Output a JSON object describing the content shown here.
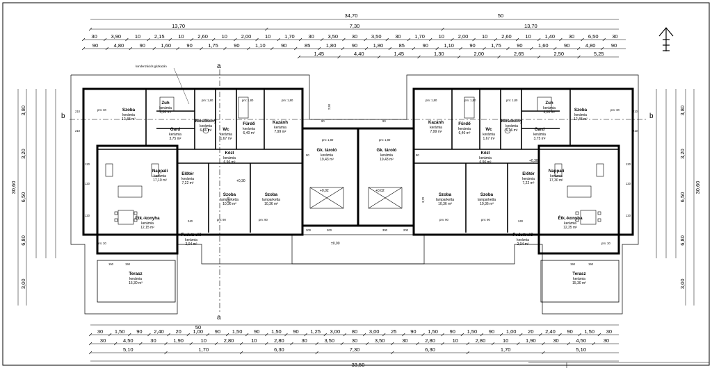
{
  "dimensions": {
    "top_total": "34,70",
    "top_chain_1": [
      "13,70",
      "7,30",
      "13,70"
    ],
    "top_chain_2": [
      "30",
      "3,90",
      "10",
      "2,15",
      "10",
      "2,60",
      "10",
      "2,00",
      "10",
      "1,70",
      "30",
      "3,50",
      "30",
      "3,50",
      "30",
      "1,70",
      "10",
      "2,00",
      "10",
      "2,60",
      "10",
      "1,40",
      "30",
      "6,50",
      "30"
    ],
    "top_chain_3": [
      "90",
      "4,80",
      "90",
      "1,60",
      "90",
      "1,75",
      "90",
      "1,10",
      "90",
      "85",
      "1,80",
      "90",
      "1,80",
      "85",
      "90",
      "1,10",
      "90",
      "1,75",
      "90",
      "1,60",
      "90",
      "4,80",
      "90"
    ],
    "top_chain_4": [
      "1,45",
      "4,40",
      "1,45",
      "1,30",
      "2,00",
      "2,65",
      "2,50",
      "5,25"
    ],
    "bottom_chain_1": [
      "30",
      "1,50",
      "90",
      "2,40",
      "20",
      "1,00",
      "90",
      "1,50",
      "90",
      "1,50",
      "90",
      "1,25",
      "3,00",
      "80",
      "3,00",
      "25",
      "90",
      "1,50",
      "90",
      "1,50",
      "90",
      "1,00",
      "20",
      "2,40",
      "90",
      "1,50",
      "30"
    ],
    "bottom_chain_2": [
      "30",
      "4,50",
      "30",
      "1,90",
      "10",
      "2,80",
      "10",
      "2,80",
      "30",
      "3,50",
      "30",
      "3,50",
      "30",
      "2,80",
      "10",
      "2,80",
      "10",
      "1,90",
      "30",
      "4,50",
      "30"
    ],
    "bottom_chain_3": [
      "5,10",
      "1,70",
      "6,30",
      "7,30",
      "6,30",
      "1,70",
      "5,10"
    ],
    "bottom_total": "33,50",
    "left_total": "30,60",
    "left_chain": [
      "3,80",
      "3,20",
      "6,50",
      "6,80",
      "3,00"
    ],
    "right_total": "30,60",
    "right_chain": [
      "3,80",
      "3,20",
      "6,50",
      "6,80",
      "3,00"
    ],
    "extra_top_right": "50",
    "extra_bottom": "50"
  },
  "section_marks": {
    "a": "a",
    "b": "b"
  },
  "annotation": "kondenzációs gázkazán",
  "levels": {
    "ground": "±0,00",
    "garage": "+0,02",
    "interior": "+0,30"
  },
  "units": {
    "left": [
      {
        "id": "l-szoba1",
        "name": "Szoba",
        "sub": "kerámia",
        "area": "12,48 m²"
      },
      {
        "id": "l-zuh",
        "name": "Zuh",
        "sub": "kerámia",
        "area": "4,00 m²"
      },
      {
        "id": "l-gard",
        "name": "Gard",
        "sub": "kerámia",
        "area": "3,75 m²"
      },
      {
        "id": "l-mosoko",
        "name": "Mosókony",
        "sub": "kerámia",
        "area": "6,66 m²"
      },
      {
        "id": "l-wc",
        "name": "Wc",
        "sub": "kerámia",
        "area": "1,67 m²"
      },
      {
        "id": "l-furdo",
        "name": "Fürdő",
        "sub": "kerámia",
        "area": "6,40 m²"
      },
      {
        "id": "l-kazan",
        "name": "Kazánh",
        "sub": "kerámia",
        "area": "7,99 m²"
      },
      {
        "id": "l-kozl",
        "name": "Közl",
        "sub": "kerámia",
        "area": "6,96 m²"
      },
      {
        "id": "l-nappali",
        "name": "Nappali",
        "sub": "kerámia",
        "area": "17,10 m²"
      },
      {
        "id": "l-eloter",
        "name": "Előtér",
        "sub": "kerámia",
        "area": "7,22 m²"
      },
      {
        "id": "l-szoba2",
        "name": "Szoba",
        "sub": "lamparketta",
        "area": "10,36 m²"
      },
      {
        "id": "l-szoba3",
        "name": "Szoba",
        "sub": "lamparketta",
        "area": "10,36 m²"
      },
      {
        "id": "l-etk",
        "name": "Étk.-konyha",
        "sub": "kerámia",
        "area": "12,15 m²"
      },
      {
        "id": "l-fedett",
        "name": "Fedett elő",
        "sub": "kerámia",
        "area": "2,04 m²"
      },
      {
        "id": "l-terasz",
        "name": "Terasz",
        "sub": "kerámia",
        "area": "15,30 m²"
      },
      {
        "id": "l-tarolo",
        "name": "Gk. tároló",
        "sub": "kerámia",
        "area": "19,43 m²"
      }
    ],
    "right": [
      {
        "id": "r-tarolo",
        "name": "Gk. tároló",
        "sub": "kerámia",
        "area": "19,43 m²"
      },
      {
        "id": "r-kazan",
        "name": "Kazánh",
        "sub": "kerámia",
        "area": "7,99 m²"
      },
      {
        "id": "r-furdo",
        "name": "Fürdő",
        "sub": "kerámia",
        "area": "6,40 m²"
      },
      {
        "id": "r-wc",
        "name": "Wc",
        "sub": "kerámia",
        "area": "1,67 m²"
      },
      {
        "id": "r-mosoko",
        "name": "Mosókony",
        "sub": "kerámia",
        "area": "6,16 m²"
      },
      {
        "id": "r-zuh",
        "name": "Zuh",
        "sub": "kerámia",
        "area": "4,00 m²"
      },
      {
        "id": "r-gard",
        "name": "Gard",
        "sub": "kerámia",
        "area": "3,75 m²"
      },
      {
        "id": "r-szoba1",
        "name": "Szoba",
        "sub": "kerámia",
        "area": "12,48 m²"
      },
      {
        "id": "r-kozl",
        "name": "Közl",
        "sub": "kerámia",
        "area": "6,96 m²"
      },
      {
        "id": "r-szoba2",
        "name": "Szoba",
        "sub": "lamparketta",
        "area": "10,36 m²"
      },
      {
        "id": "r-szoba3",
        "name": "Szoba",
        "sub": "lamparketta",
        "area": "10,36 m²"
      },
      {
        "id": "r-eloter",
        "name": "Előtér",
        "sub": "kerámia",
        "area": "7,22 m²"
      },
      {
        "id": "r-nappali",
        "name": "Nappali",
        "sub": "kerámia",
        "area": "17,30 m²"
      },
      {
        "id": "r-etk",
        "name": "Étk.-konyha",
        "sub": "kerámia",
        "area": "12,25 m²"
      },
      {
        "id": "r-fedett",
        "name": "Fedett elő",
        "sub": "kerámia",
        "area": "2,04 m²"
      },
      {
        "id": "r-terasz",
        "name": "Terasz",
        "sub": "kerámia",
        "area": "15,30 m²"
      }
    ]
  },
  "window_notes": {
    "pm30": "pm: 30",
    "pm90": "pm: 90",
    "pm180": "pm: 1,80",
    "w210": "210",
    "w90": "90",
    "w120": "120",
    "w150": "150",
    "w240": "240",
    "w370": "3,70",
    "w250": "2,50",
    "w200": "200",
    "w300": "300"
  },
  "north_arrow": {
    "icon": "north-arrow-icon"
  }
}
